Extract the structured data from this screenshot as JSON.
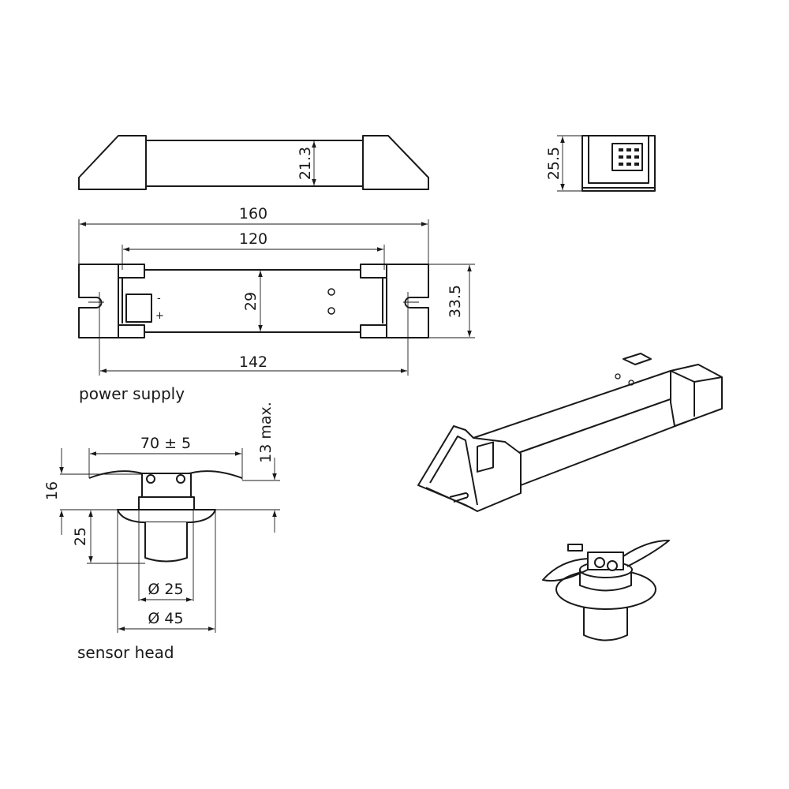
{
  "labels": {
    "power_supply": "power supply",
    "sensor_head": "sensor head"
  },
  "power_supply_dimensions": {
    "side_height": "21.3",
    "end_height": "25.5",
    "overall_length": "160",
    "inner_length": "120",
    "body_width": "29",
    "overall_width": "33.5",
    "mounting_hole_spacing": "142",
    "polarity_minus": "-",
    "polarity_plus": "+"
  },
  "sensor_head_dimensions": {
    "clip_span": "70 ± 5",
    "max_depth": "13 max.",
    "top_height": "16",
    "bottom_height": "25",
    "inner_diameter": "Ø 25",
    "outer_diameter": "Ø 45"
  }
}
